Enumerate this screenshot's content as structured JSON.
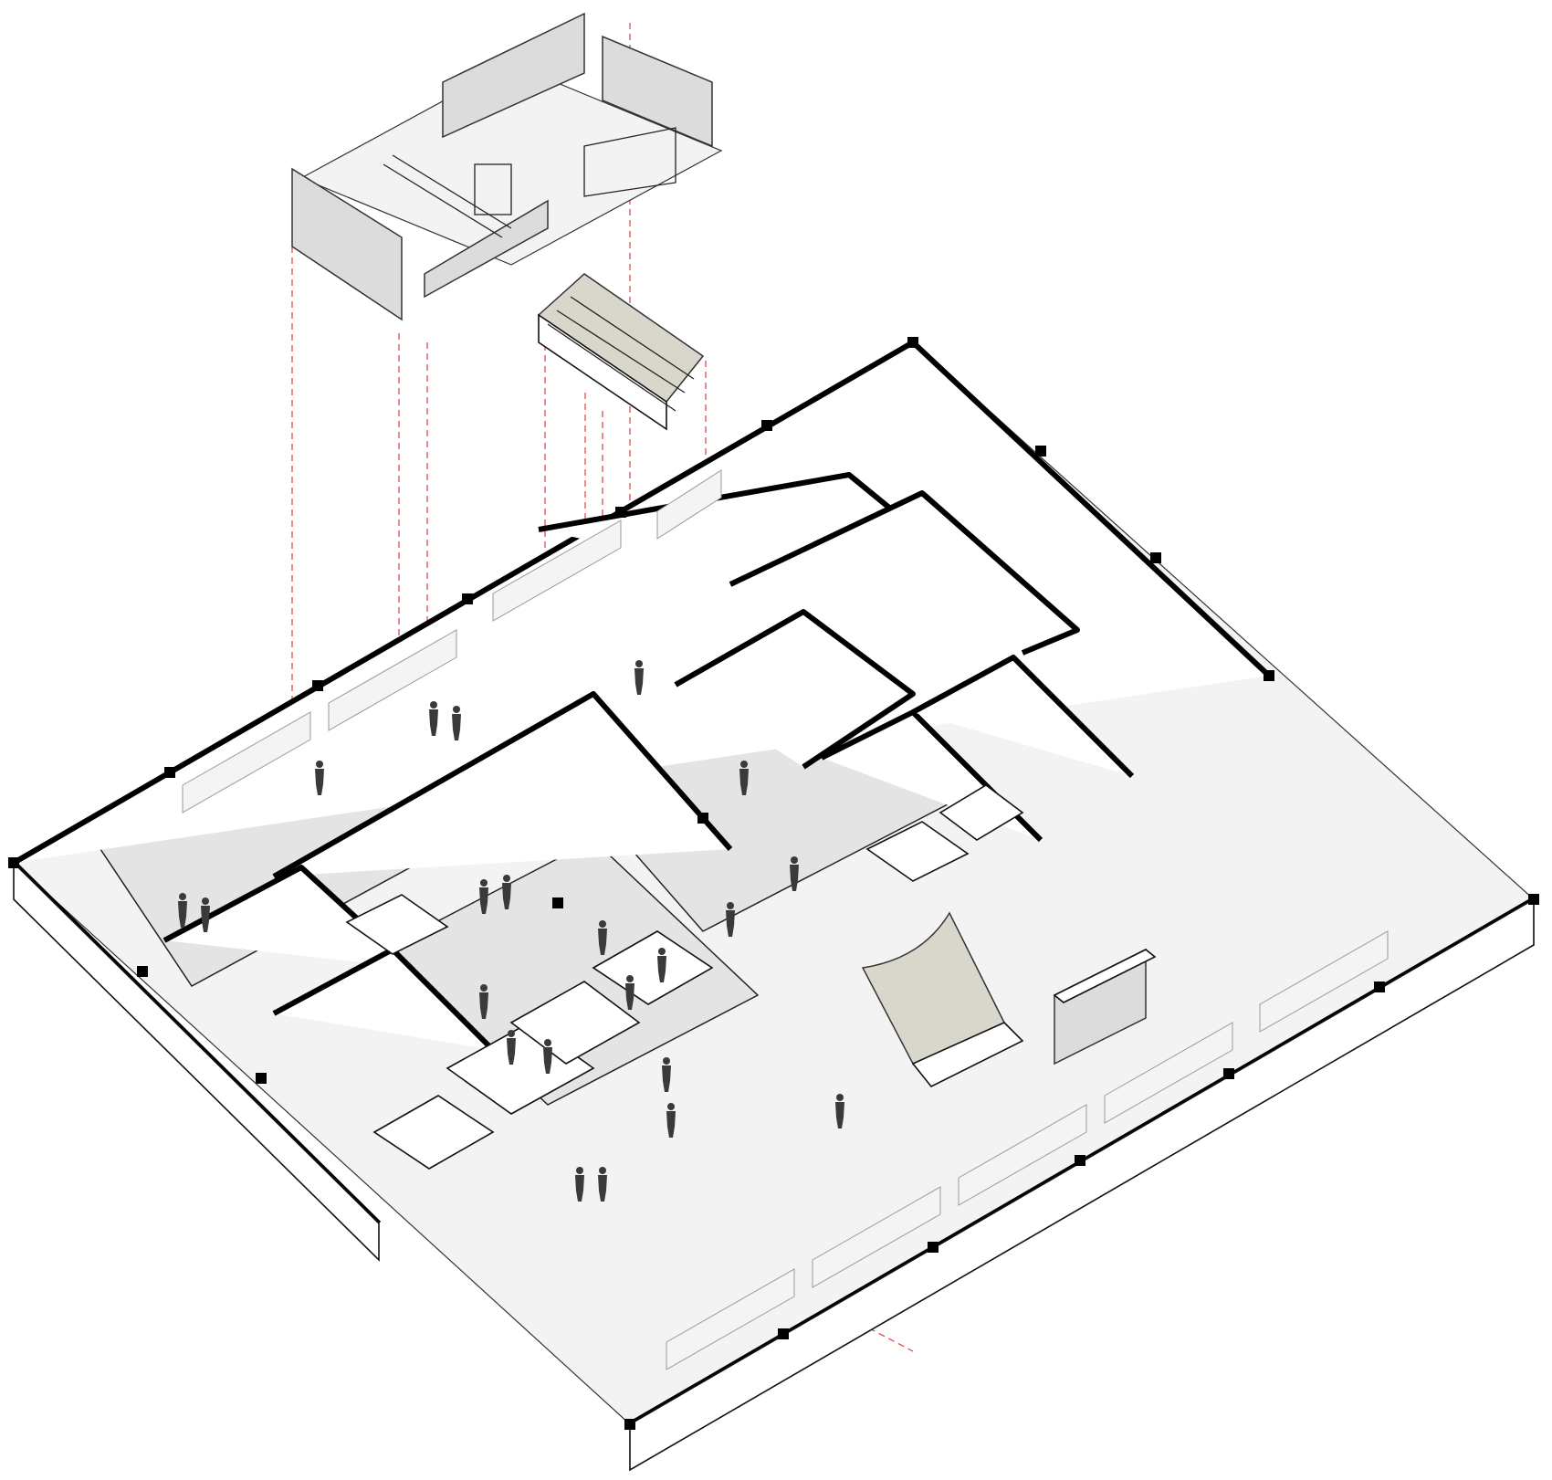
{
  "figure": {
    "kind": "exploded axonometric floor plan",
    "background_color": "#ffffff",
    "line_color": "#000000",
    "guide_line_color": "#e23c3c",
    "floor_shade_color": "#e4e4e4",
    "people_color": "#3a3a3a"
  },
  "components": [
    {
      "name": "mesh-enclosure-module",
      "icon": "perforated-wall-box"
    },
    {
      "name": "tiered-seating-module",
      "icon": "stepped-bleacher"
    },
    {
      "name": "main-floor-plan",
      "icon": "isometric-floor"
    },
    {
      "name": "curved-wall-module",
      "icon": "curved-panel"
    },
    {
      "name": "shelving-wall-module",
      "icon": "grid-shelf"
    }
  ],
  "people_count": 22
}
